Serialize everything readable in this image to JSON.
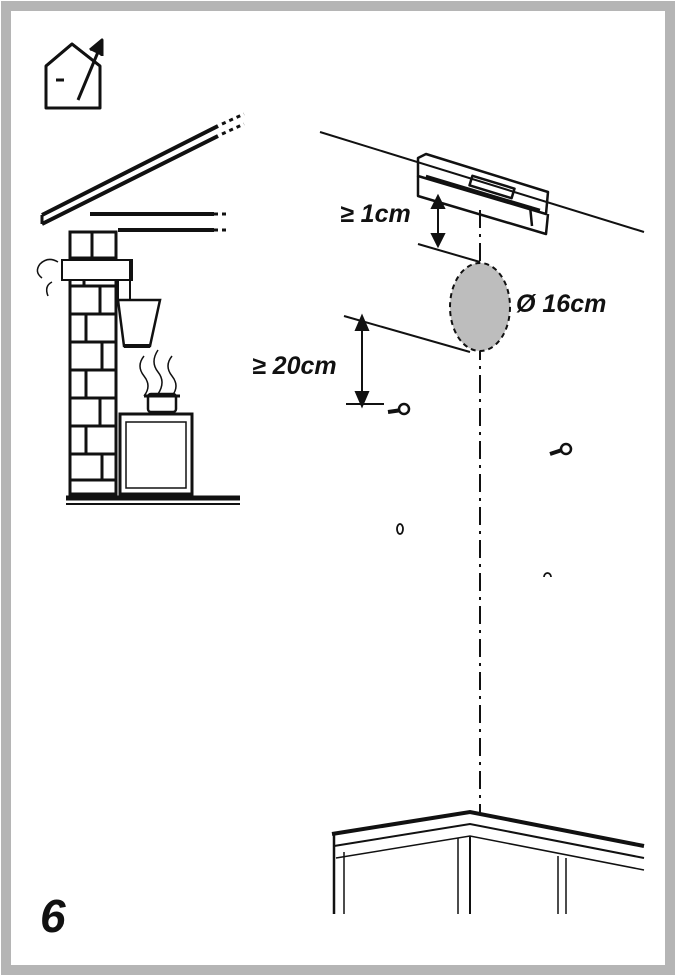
{
  "figure": {
    "step_number": "6",
    "labels": {
      "top_clearance": "≥ 1cm",
      "duct_diameter": "Ø 16cm",
      "bottom_clearance": "≥ 20cm"
    },
    "icons": {
      "corner": "house-exhaust-arrow-icon"
    },
    "colors": {
      "frame": "#b5b5b5",
      "ink": "#111111",
      "duct_fill": "#bdbdbd"
    }
  }
}
